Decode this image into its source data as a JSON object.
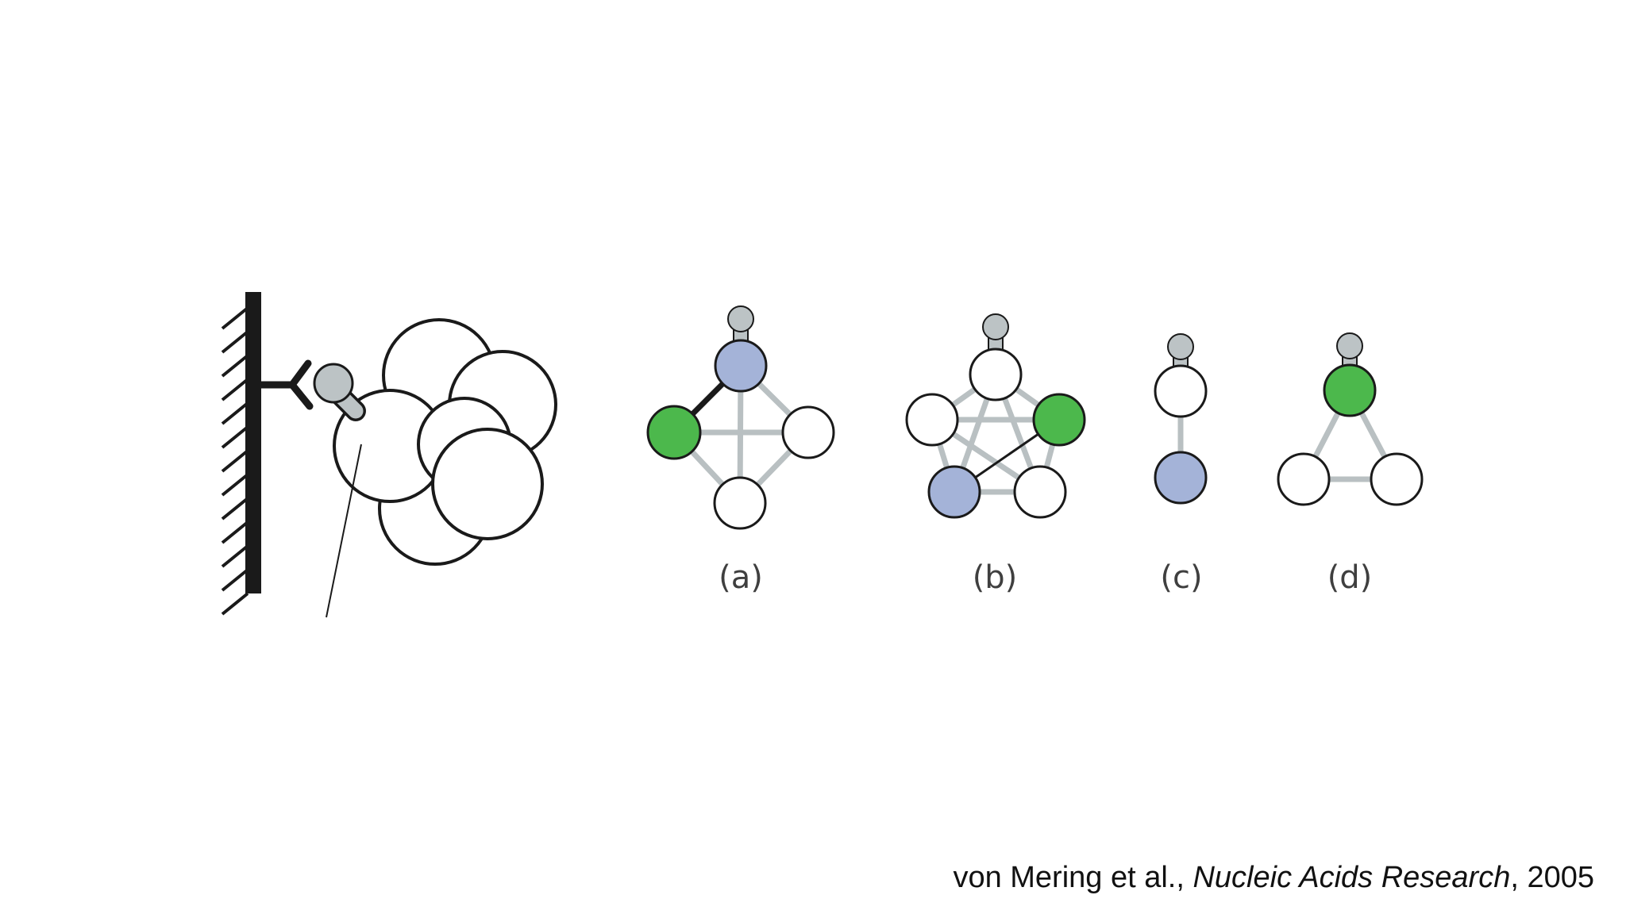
{
  "colors": {
    "green": "#4cb84c",
    "blue": "#a4b3d8",
    "bait": "#bcc3c5",
    "edge": "#b9c0c2",
    "outline": "#1a1a1a"
  },
  "panels": [
    {
      "label": "(a)"
    },
    {
      "label": "(b)"
    },
    {
      "label": "(c)"
    },
    {
      "label": "(d)"
    }
  ],
  "citation": {
    "authors": "von Mering et al., ",
    "journal": "Nucleic Acids Research",
    "year": ", 2005"
  }
}
